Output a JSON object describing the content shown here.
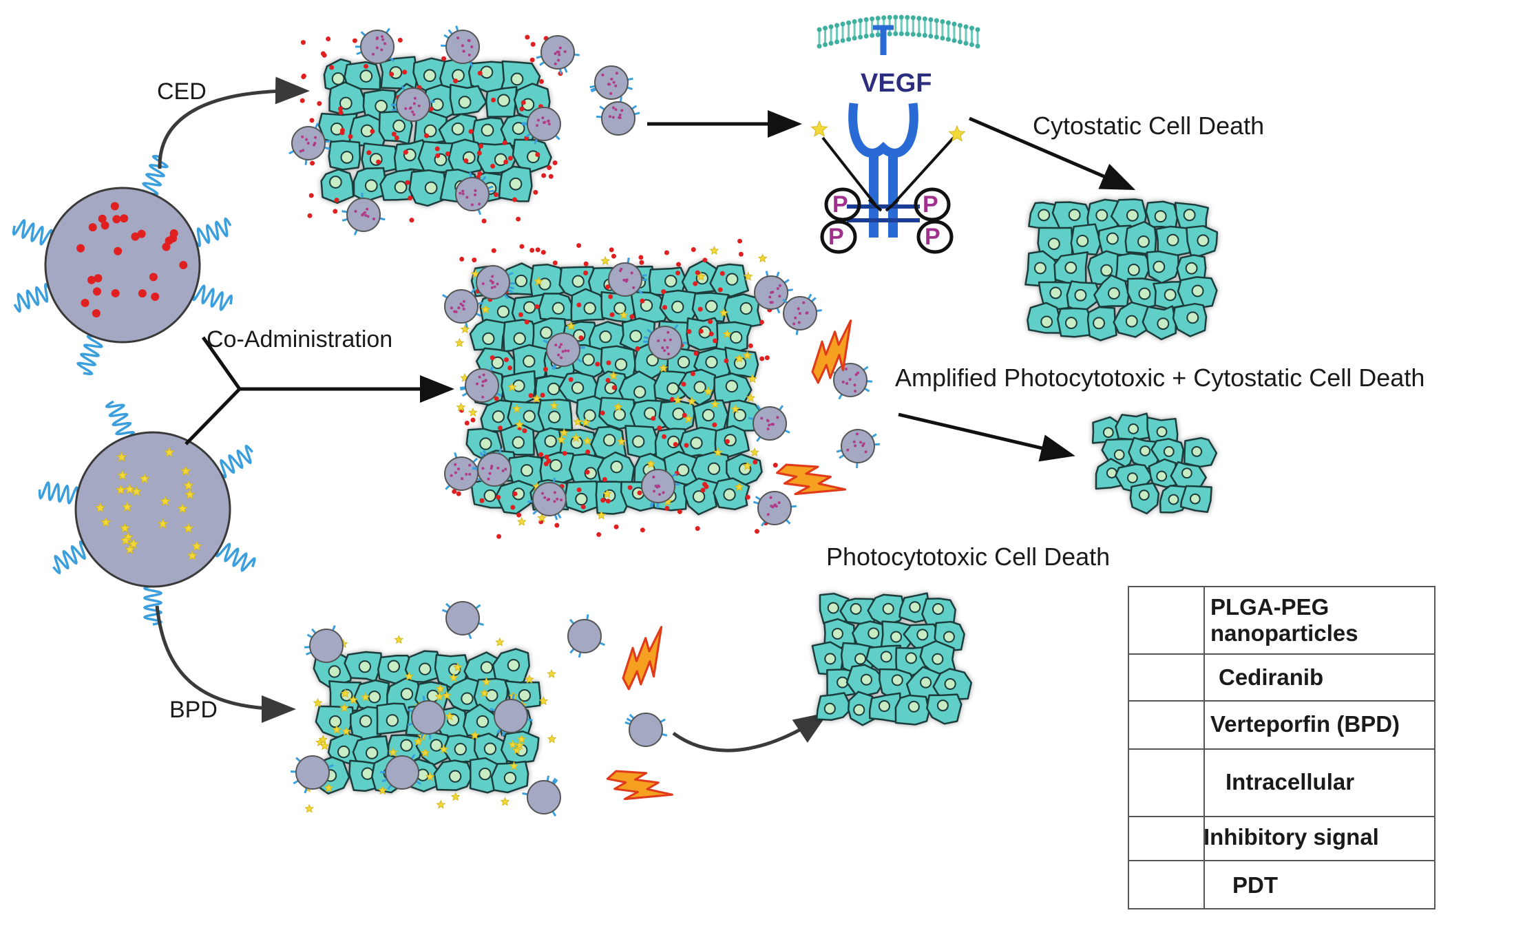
{
  "labels": {
    "ced": "CED",
    "co_administration": "Co-Administration",
    "bpd": "BPD",
    "vegf": "VEGF",
    "phospho": "P",
    "cytostatic": "Cytostatic Cell Death",
    "amplified": "Amplified Photocytotoxic + Cytostatic Cell Death",
    "photocytotoxic": "Photocytotoxic Cell Death"
  },
  "legend": {
    "items": [
      {
        "name": "plga-peg",
        "line1": "PLGA-PEG",
        "line2": "nanoparticles",
        "icon": "nanoparticle-icon"
      },
      {
        "name": "cediranib",
        "line1": "Cediranib",
        "icon": "red-hexagon-icon"
      },
      {
        "name": "verteporfin",
        "line1": "Verteporfin (BPD)",
        "icon": "yellow-star-icon"
      },
      {
        "name": "intracellular",
        "line1": "Intracellular",
        "icon": "membrane-icon"
      },
      {
        "name": "inhibitory",
        "line1": "Inhibitory signal",
        "icon": "inhibitory-line-icon"
      },
      {
        "name": "pdt",
        "line1": "PDT",
        "icon": "lightning-icon"
      }
    ]
  },
  "colors": {
    "cell_fill": "#5ecfc8",
    "nucleus_fill": "#c8ecc4",
    "nanoparticle_fill": "#a4a8c2",
    "cediranib": "#e02020",
    "verteporfin": "#f2d838",
    "peg_coil": "#3a9fdc",
    "receptor": "#2a6ad4",
    "phospho_text": "#a0308c",
    "lightning_fill": "#f5a020",
    "lightning_stroke": "#e03a1a"
  }
}
